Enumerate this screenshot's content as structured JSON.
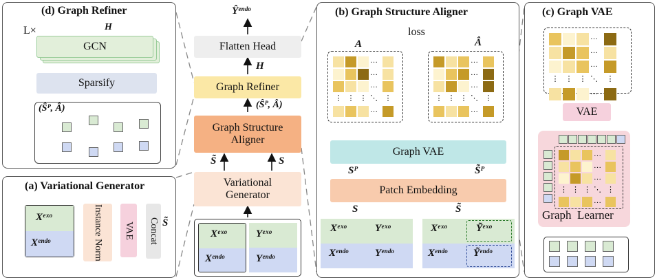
{
  "panel_d": {
    "title": "(d)  Graph Refiner",
    "repeat": "L×",
    "gcn": "GCN",
    "sparsify": "Sparsify",
    "input_label": "(Ŝᴾ, Â)",
    "output_label": "H"
  },
  "panel_a": {
    "title": "(a) Variational Generator",
    "x_exo": "Xᵉˣᵒ",
    "x_endo": "Xᵉⁿᵈᵒ",
    "instance_norm": "Instance Norm",
    "vae": "VAE",
    "concat": "Concat",
    "output_label": "S̃"
  },
  "center": {
    "top_label": "Ŷᵉⁿᵈᵒ",
    "flatten_head": "Flatten Head",
    "h_label": "H",
    "graph_refiner": "Graph Refiner",
    "sa_label": "(Ŝᴾ, Â)",
    "aligner": "Graph Structure Aligner",
    "s_tilde": "S̃",
    "s": "S",
    "generator": "Variational Generator",
    "x_exo": "Xᵉˣᵒ",
    "y_exo": "Yᵉˣᵒ",
    "x_endo": "Xᵉⁿᵈᵒ",
    "y_endo": "Yᵉⁿᵈᵒ"
  },
  "panel_b": {
    "title": "(b) Graph Structure Aligner",
    "loss": "loss",
    "a_label": "A",
    "a_hat_label": "Â",
    "graph_vae": "Graph VAE",
    "sp_label": "Sᴾ",
    "sp_tilde_label": "S̃ᴾ",
    "patch_embedding": "Patch Embedding",
    "s_label": "S",
    "s_tilde_label": "S̃",
    "x_exo": "Xᵉˣᵒ",
    "y_exo": "Yᵉˣᵒ",
    "x_endo": "Xᵉⁿᵈᵒ",
    "y_endo": "Yᵉⁿᵈᵒ",
    "y_exo_tilde": "Ỹᵉˣᵒ",
    "y_endo_tilde": "Ỹᵉⁿᵈᵒ"
  },
  "panel_c": {
    "title": "(c) Graph VAE",
    "vae": "VAE",
    "graph_learner": "Graph  Learner"
  },
  "colors": {
    "flatten": "#eeeeee",
    "refiner": "#fbe8a6",
    "aligner": "#f5b183",
    "generator": "#fbe4d5",
    "gcn": "#e2efda",
    "sparsify": "#dde3ef",
    "vae_pink": "#f6d1dd",
    "graph_vae": "#bfe7e7",
    "patch": "#f8cbad",
    "exo_green": "#d9ead3",
    "endo_blue": "#cfd9f3",
    "learner_bg": "#f7d7dc"
  }
}
